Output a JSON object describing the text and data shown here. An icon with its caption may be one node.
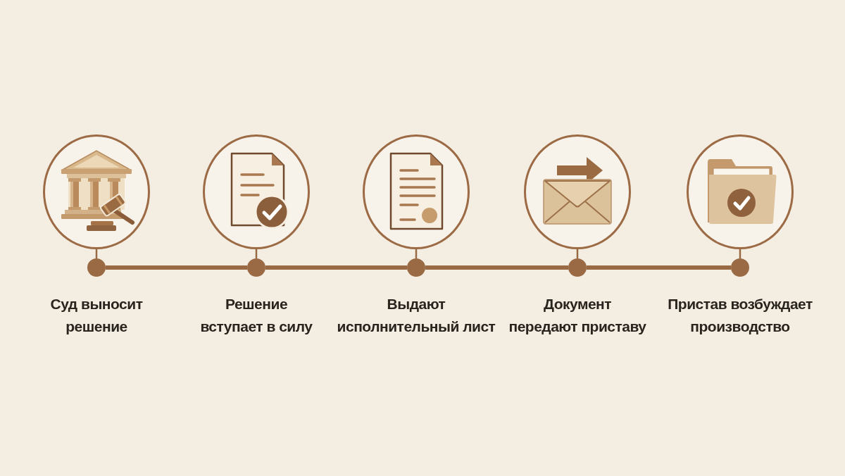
{
  "diagram": {
    "nodes": [
      {
        "text": [],
        "shape": "circle"
      },
      {
        "text": [],
        "shape": "circle",
        "beside": [
          "Суд выносит решение"
        ]
      },
      {
        "text": [],
        "shape": "circle"
      },
      {
        "text": [],
        "shape": "circle",
        "beside": [
          "Решение вступает в силу"
        ]
      },
      {
        "text": [],
        "shape": "circle"
      },
      {
        "text": [],
        "shape": "circle",
        "beside": [
          "Выдают исполнительный лист"
        ]
      },
      {
        "text": [],
        "shape": "circle"
      },
      {
        "text": [],
        "shape": "circle",
        "beside": [
          "Документ передают приставу"
        ]
      },
      {
        "text": [],
        "shape": "circle"
      },
      {
        "text": [],
        "shape": "circle",
        "beside": [
          "Пристав возбуждает производство"
        ]
      }
    ],
    "edges": [
      {
        "from": 0,
        "to": 1,
        "arrow": "none"
      },
      {
        "from": 1,
        "to": 3,
        "arrow": "none",
        "style": "thick"
      },
      {
        "from": 2,
        "to": 3,
        "arrow": "none"
      },
      {
        "from": 3,
        "to": 5,
        "arrow": "none",
        "style": "thick"
      },
      {
        "from": 4,
        "to": 5,
        "arrow": "none"
      },
      {
        "from": 5,
        "to": 7,
        "arrow": "none",
        "style": "thick"
      },
      {
        "from": 6,
        "to": 7,
        "arrow": "none"
      },
      {
        "from": 7,
        "to": 9,
        "arrow": "none",
        "style": "thick"
      },
      {
        "from": 8,
        "to": 9,
        "arrow": "none"
      }
    ]
  }
}
